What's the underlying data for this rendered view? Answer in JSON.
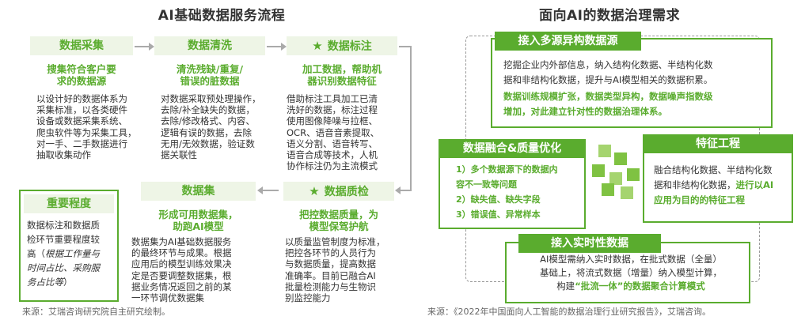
{
  "left": {
    "title": "AI基础数据服务流程",
    "stages": [
      {
        "head": "数据采集",
        "sub": "搜集符合客户要\n求的数据源",
        "body": "以设计好的数据体系为\n采集标准，以各类硬件\n设备或数据采集系统、\n爬虫软件等为采集工具，\n对一手、二手数据进行\n抽取收集动作"
      },
      {
        "head": "数据清洗",
        "sub": "清洗残缺/重复/\n错误的脏数据",
        "body": "对数据采取预处理操作，\n去除/补全缺失的数据，\n去除/修改格式、内容、\n逻辑有误的数据，去除\n无用/无效数据，验证数\n据关联性"
      },
      {
        "head": "数据标注",
        "sub": "加工数据，帮助机\n器识别数据特征",
        "body": "借助标注工具加工已清\n洗好的数据，标注过程\n使用图像降噪与拉框、\nOCR、语音音素提取、\n语义分割、语音转写、\n语音合成等技术，人机\n协作标注仍为主流模式"
      },
      {
        "head": "数据质检",
        "sub": "把控数据质量，为\n模型保驾护航",
        "body": "以质量监管制度为标准，\n把控各环节的人员行为\n与数据质量，提高数据\n准确率。目前已融合AI\n批量检测能力与生物识\n别监控能力"
      },
      {
        "head": "数据集",
        "sub": "形成可用数据集，\n助跑AI模型",
        "body": "数据集为AI基础数据服务\n的最终环节与成果。根据\n应用后的模型训练效果决\n定是否要调整数据集，根\n据业务情况返回之前的某\n一环节调优数据集"
      }
    ],
    "importance": {
      "head": "重要程度",
      "body_normal": "数据标注和数据质\n检环节重要程度较\n高（",
      "body_italic": "根据工作量与\n时间占比、采购服\n务占比等",
      "body_end": "）"
    },
    "source": "来源：艾瑞咨询研究院自主研究绘制。"
  },
  "right": {
    "title": "面向AI的数据治理需求",
    "multi_source": {
      "head": "接入多源异构数据源",
      "text1": "挖掘企业内外部信息，纳入结构化数据、半结构化数\n据和非结构化数据，提升与AI模型相关的数据积累。",
      "text2": "数据训练规模扩张，数据类型异构，数据噪声指数级\n增加，对此建立针对性的数据治理体系。"
    },
    "fusion": {
      "head": "数据融合&质量优化",
      "items": [
        "1）多个数据源下的数据内\n容不一致等问题",
        "2）缺失值、缺失字段",
        "3）错误值、异常样本"
      ]
    },
    "feature": {
      "head": "特征工程",
      "text1": "融合结构化数据、半结构化数\n据和非结构化数据，",
      "text2": "进行以AI\n应用为目的的特征工程"
    },
    "realtime": {
      "head": "接入实时性数据",
      "text1": "AI模型需纳入实时数据，在批式数据（全量）\n基础上，将流式数据（增量）纳入模型计算，\n构建",
      "text2": "“批流一体”的数据聚合计算模式"
    },
    "source": "来源：《2022年中国面向人工智能的数据治理行业研究报告》，艾瑞咨询。"
  },
  "colors": {
    "accent": "#5aac2e",
    "light": "#eef5e6",
    "arrow": "#aaaaaa"
  },
  "icons": {
    "star": "★"
  }
}
